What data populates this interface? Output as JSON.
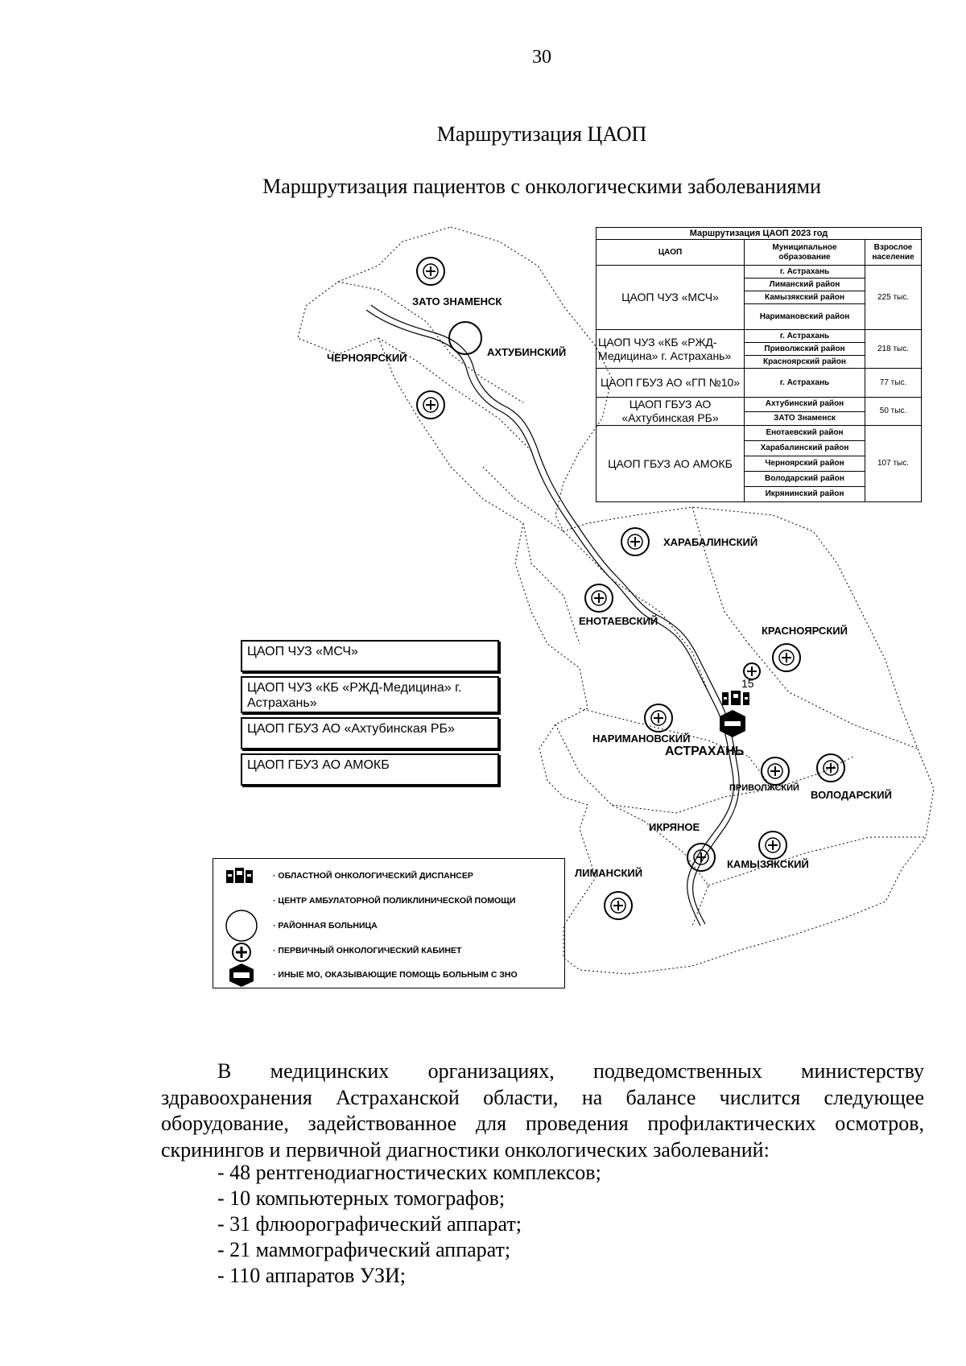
{
  "page_number": "30",
  "section_title": "Маршрутизация ЦАОП",
  "map_title": "Маршрутизация пациентов с онкологическими заболеваниями",
  "routing_table": {
    "caption": "Маршрутизация ЦАОП 2023 год",
    "headers": [
      "ЦАОП",
      "Муниципальное образование",
      "Взрослое население"
    ],
    "groups": [
      {
        "org": "ЦАОП ЧУЗ «МСЧ»",
        "population": "225 тыс.",
        "municipalities": [
          "г. Астрахань",
          "Лиманский район",
          "Камызякский район",
          "Наримановский район"
        ]
      },
      {
        "org": "ЦАОП ЧУЗ «КБ «РЖД-Медицина» г. Астрахань»",
        "population": "218 тыс.",
        "municipalities": [
          "г. Астрахань",
          "Приволжский район",
          "Красноярский район"
        ]
      },
      {
        "org": "ЦАОП ГБУЗ АО «ГП №10»",
        "population": "77 тыс.",
        "municipalities": [
          "г. Астрахань"
        ]
      },
      {
        "org": "ЦАОП ГБУЗ АО «Ахтубинская РБ»",
        "population": "50 тыс.",
        "municipalities": [
          "Ахтубинский район",
          "ЗАТО Знаменск"
        ]
      },
      {
        "org": "ЦАОП ГБУЗ АО АМОКБ",
        "population": "107 тыс.",
        "municipalities": [
          "Енотаевский район",
          "Харабалинский район",
          "Черноярский район",
          "Володарский район",
          "Икрянинский район"
        ]
      }
    ]
  },
  "org_boxes": [
    "ЦАОП ЧУЗ «МСЧ»",
    "ЦАОП ЧУЗ «КБ «РЖД-Медицина» г. Астрахань»",
    "ЦАОП ГБУЗ АО «Ахтубинская РБ»",
    "ЦАОП ГБУЗ АО АМОКБ"
  ],
  "map_labels": {
    "zato": "ЗАТО ЗНАМЕНСК",
    "chernoyarsky": "ЧЕРНОЯРСКИЙ",
    "akhtubinsky": "АХТУБИНСКИЙ",
    "kharabalinsky": "ХАРАБАЛИНСКИЙ",
    "enotaevsky": "ЕНОТАЕВСКИЙ",
    "krasnoyarsky": "КРАСНОЯРСКИЙ",
    "num15": "15",
    "narimanovsky": "НАРИМАНОВСКИЙ",
    "astrakhan": "АСТРАХАНЬ",
    "privolzhsky": "ПРИВОЛЖСКИЙ",
    "volodarsky": "ВОЛОДАРСКИЙ",
    "ikryanoe": "ИКРЯНОЕ",
    "kamyzyaksky": "КАМЫЗЯКСКИЙ",
    "limansky": "ЛИМАНСКИЙ"
  },
  "legend": [
    {
      "icon": "dispensary-icon",
      "label": "· ОБЛАСТНОЙ ОНКОЛОГИЧЕСКИЙ ДИСПАНСЕР"
    },
    {
      "icon": "",
      "label": "· ЦЕНТР АМБУЛАТОРНОЙ ПОЛИКЛИНИЧЕСКОЙ ПОМОЩИ"
    },
    {
      "icon": "circle-icon",
      "label": "· РАЙОННАЯ БОЛЬНИЦА"
    },
    {
      "icon": "plus-circle-icon",
      "label": "· ПЕРВИЧНЫЙ ОНКОЛОГИЧЕСКИЙ КАБИНЕТ"
    },
    {
      "icon": "hex-cross-icon",
      "label": "· ИНЫЕ МО, ОКАЗЫВАЮЩИЕ ПОМОЩЬ БОЛЬНЫМ С ЗНО"
    }
  ],
  "paragraph": "В медицинских организациях, подведомственных министерству здравоохранения Астраханской области, на балансе числится следующее оборудование, задействованное для проведения профилактических осмотров, скринингов и первичной диагностики онкологических заболеваний:",
  "equipment_list": [
    "- 48 рентгенодиагностических комплексов;",
    "- 10 компьютерных томографов;",
    "- 31 флюорографический аппарат;",
    "- 21 маммографический аппарат;",
    "- 110 аппаратов УЗИ;"
  ]
}
